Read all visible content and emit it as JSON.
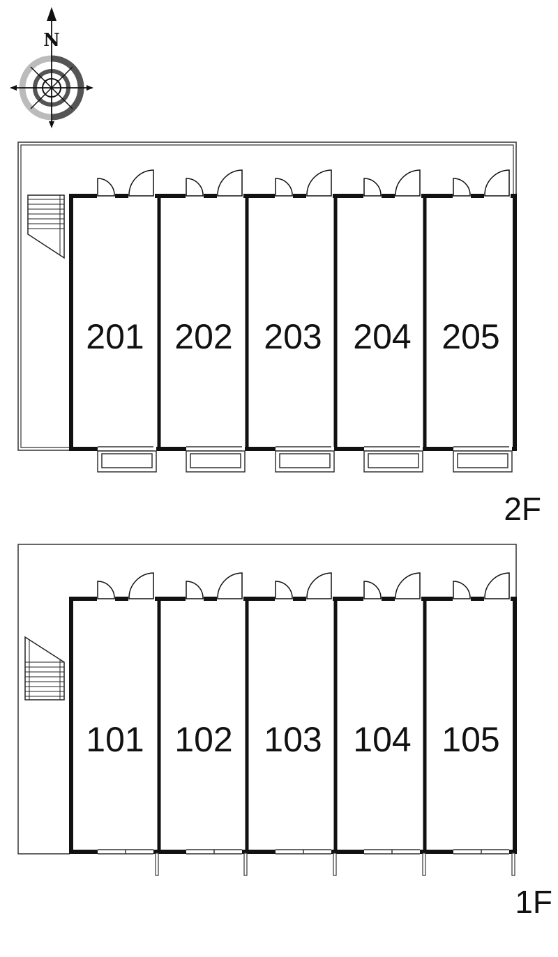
{
  "compass": {
    "label": "N",
    "icon": "compass-rose-icon"
  },
  "floors": [
    {
      "id": "2F",
      "label": "2F",
      "units": [
        "201",
        "202",
        "203",
        "204",
        "205"
      ]
    },
    {
      "id": "1F",
      "label": "1F",
      "units": [
        "101",
        "102",
        "103",
        "104",
        "105"
      ]
    }
  ],
  "colors": {
    "wall": "#111111",
    "outline": "#333333",
    "compass_dark": "#555555",
    "compass_light": "#bbbbbb"
  }
}
